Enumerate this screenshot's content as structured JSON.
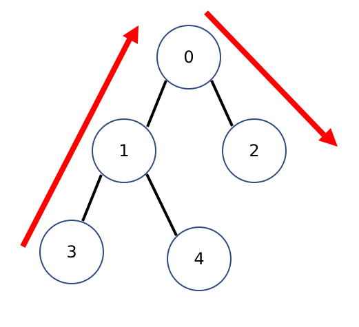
{
  "tree": {
    "nodes": [
      {
        "id": "0",
        "label": "0"
      },
      {
        "id": "1",
        "label": "1"
      },
      {
        "id": "2",
        "label": "2"
      },
      {
        "id": "3",
        "label": "3"
      },
      {
        "id": "4",
        "label": "4"
      }
    ],
    "edges": [
      {
        "from": "0",
        "to": "1"
      },
      {
        "from": "0",
        "to": "2"
      },
      {
        "from": "1",
        "to": "3"
      },
      {
        "from": "1",
        "to": "4"
      }
    ]
  },
  "colors": {
    "node_stroke": "#2f4a7d",
    "edge": "#000000",
    "arrow": "#ff0000"
  }
}
